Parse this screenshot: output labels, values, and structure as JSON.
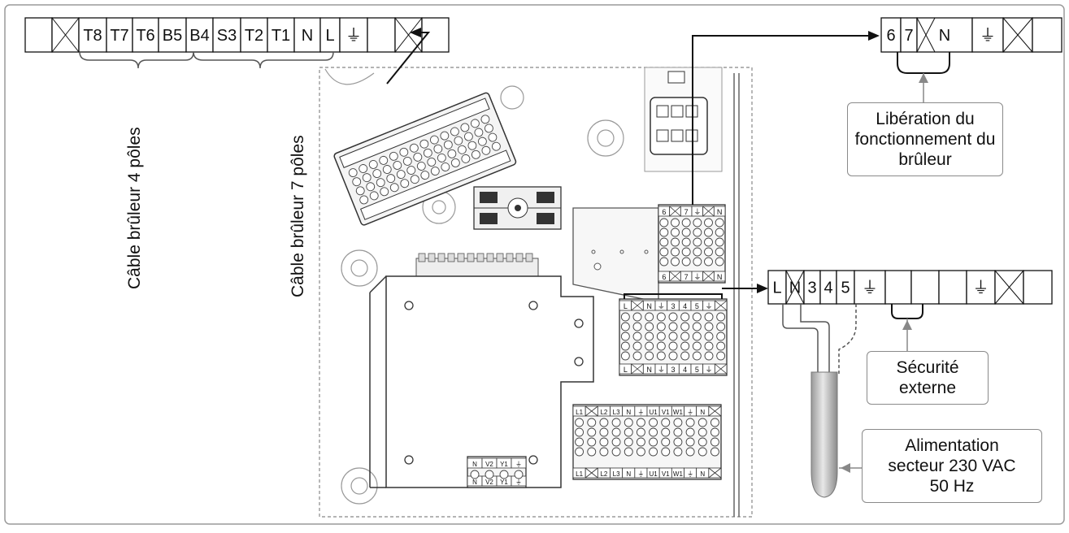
{
  "labels": {
    "cable_4": "Câble brûleur 4 pôles",
    "cable_7": "Câble brûleur 7 pôles"
  },
  "strips": {
    "top_left": [
      "",
      "X",
      "T8",
      "T7",
      "T6",
      "B5",
      "B4",
      "S3",
      "T2",
      "T1",
      "N",
      "L",
      "⏚",
      "",
      "X",
      ""
    ],
    "top_right": [
      "6",
      "7",
      "N",
      "⏚",
      "X",
      ""
    ],
    "middle_right": [
      "L",
      "N",
      "3",
      "4",
      "5",
      "⏚",
      "",
      "",
      "",
      "⏚",
      "X",
      ""
    ]
  },
  "callouts": {
    "liberation": [
      "Libération du",
      "fonctionnement du",
      "brûleur"
    ],
    "securite": [
      "Sécurité",
      "externe"
    ],
    "alimentation": [
      "Alimentation",
      "secteur 230 VAC",
      "50 Hz"
    ]
  },
  "board_terminals": {
    "terminal_7": [
      "6",
      "X",
      "7",
      "⏚",
      "X",
      "N"
    ],
    "terminal_mains": [
      "L",
      "X",
      "N",
      "⏚",
      "3",
      "4",
      "5",
      "⏚",
      "X"
    ],
    "terminal_lower": [
      "L1",
      "X",
      "L2",
      "L3",
      "N",
      "⏚",
      "U1",
      "V1",
      "W1",
      "⏚",
      "N",
      "X"
    ],
    "terminal_small": [
      "N",
      "V2",
      "Y1",
      "⏚"
    ]
  }
}
